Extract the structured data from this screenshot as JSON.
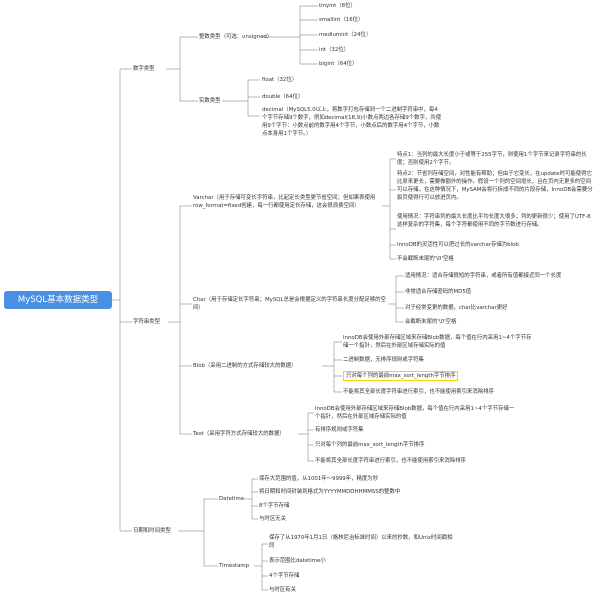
{
  "root": "MySQL基本数据类型",
  "cat_numeric": "数字类型",
  "int_types": "整数类型（可选：unsigned）",
  "tinyint": "tinyint（8位）",
  "smallint": "smallint（16位）",
  "mediumint": "mediumint（24位）",
  "int": "int（32位）",
  "bigint": "bigint（64位）",
  "real_types": "实数类型",
  "float": "float（32位）",
  "double": "double（64位）",
  "decimal": "decimal（MySQL5.0以上，将数字打包存储到一个二进制字符串中，每4个字节存储9个数字，例如decimal(18,9)小数点两边各存储9个数字，共使用9个字节：小数点前的数字用4个字节，小数点后的数字用4个字节，小数点本身用1个字节。）",
  "cat_string": "字符串类型",
  "varchar": "Varchar（用于存储可变长字符串，比起定长类型更节省空间；但如果表使用row_format=fixed创建，每一行都使用定长存储，这会很浪费空间）",
  "varchar_1": "特点1：当列的最大长度小于或等于255字节，则使用1个字节来记录字符串的长度；否则使用2个字节。",
  "varchar_2": "特点2：节省列存储空间，对性能有帮助；但由于它变长，在update时可能使得它比原来更长，需要做额外的操作。假设一个列的空间增长，且在页内无更多的空间可以存储，在这种情况下，MySAM会将行拆成不同的片段存储，InnoDB会需要分裂页使得行可以放进页内。",
  "varchar_3": "使用情况：字符串列的最大长度比平均长度大很多；列的更新很少；使用了UTF-8这样复杂的字符集，每个字符都使用不同的字节数进行存储。",
  "varchar_4": "InnoDB的灵活性可以把过长的varchar存储为blob",
  "varchar_5": "不会截断末尾的'\\0'空格",
  "char": "Char（用于存储定长字符串；MySQL总是会根据定义的字符串长度分配足够的空间）",
  "char_1": "适用情况：适合存储很短的字符串，或者所有值都接近同一个长度",
  "char_2": "非常适合存储密码的MD5值",
  "char_3": "对于经常变更的数据，char比varchar更好",
  "char_4": "会截断末尾的'\\0'空格",
  "blob": "Blob（采用二进制的方式存储较大的数据）",
  "blob_1": "InnoDB会使用外部存储区域来存储Blob数据，每个值在行内采用1~4个字节存储一个指针，然后在外部区域存储实际的值",
  "blob_2": "二进制数据，无排序规则或字符集",
  "blob_3": "只对每个列的最前max_sort_length字节排序",
  "blob_4": "不能将其全部长度字符串进行索引，也不能使用索引来消除排序",
  "text": "Text（采用字符方式存储较大的数据）",
  "text_1": "InnoDB会使用外部存储区域来存储Blob数据，每个值在行内采用1~4个字节存储一个指针，然后在外部区域存储实际的值",
  "text_2": "有排序规则或字符集",
  "text_3": "只对每个列的最前max_sort_length字节排序",
  "text_4": "不能将其全部长度字符串进行索引，也不能使用索引来消除排序",
  "cat_datetime": "日期和时间类型",
  "datetime": "Datetime",
  "datetime_1": "保存大范围的值，从1001年～9999年，精度为秒",
  "datetime_2": "将日期和时间封装到格式为YYYYMMDDHHMMSS的整数中",
  "datetime_3": "8个字节存储",
  "datetime_4": "与时区无关",
  "timestamp": "Timestamp",
  "timestamp_1": "保存了从1970年1月1日（格林尼治标准时间）以来的秒数，和Unix时间戳相同",
  "timestamp_2": "表示范围比datetime小",
  "timestamp_3": "4个字节存储",
  "timestamp_4": "与时区有关",
  "line_color": "#9a9a9a",
  "root_color": "#4a90e2",
  "highlight_color": "#ffd200"
}
